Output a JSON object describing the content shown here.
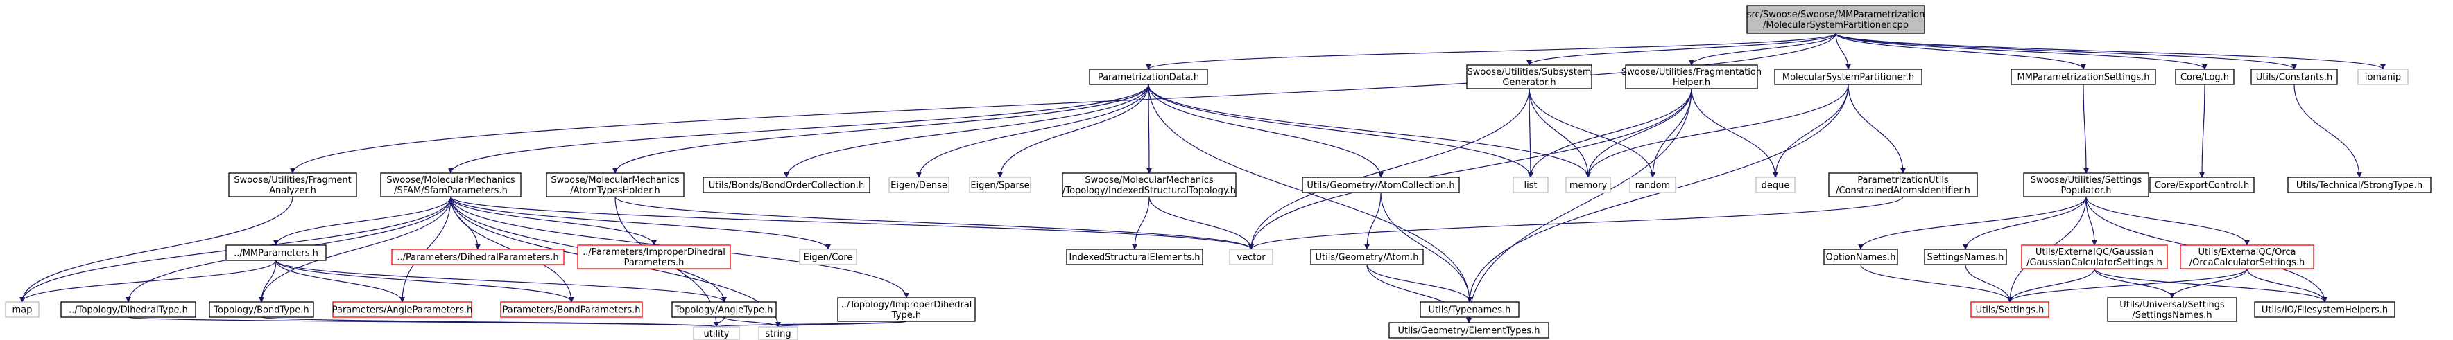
{
  "graph": {
    "colors": {
      "edge": "#191970",
      "root_fill": "#bfbfbf",
      "node_fill": "#ffffff",
      "normal_border": "#000000",
      "external_border": "#bfbfbf",
      "truncated_border": "#ff0000"
    },
    "nodes": [
      {
        "id": "root",
        "lines": [
          "src/Swoose/Swoose/MMParametrization",
          "/MolecularSystemPartitioner.cpp"
        ],
        "style": "root"
      },
      {
        "id": "paramdata",
        "lines": [
          "ParametrizationData.h"
        ],
        "style": "normal"
      },
      {
        "id": "subsysgen",
        "lines": [
          "Swoose/Utilities/Subsystem",
          "Generator.h"
        ],
        "style": "normal"
      },
      {
        "id": "fraghelper",
        "lines": [
          "Swoose/Utilities/Fragmentation",
          "Helper.h"
        ],
        "style": "normal"
      },
      {
        "id": "molsyspart",
        "lines": [
          "MolecularSystemPartitioner.h"
        ],
        "style": "normal"
      },
      {
        "id": "mmparamsettings",
        "lines": [
          "MMParametrizationSettings.h"
        ],
        "style": "normal"
      },
      {
        "id": "corelog",
        "lines": [
          "Core/Log.h"
        ],
        "style": "normal"
      },
      {
        "id": "utilsconst",
        "lines": [
          "Utils/Constants.h"
        ],
        "style": "normal"
      },
      {
        "id": "iomanip",
        "lines": [
          "iomanip"
        ],
        "style": "external"
      },
      {
        "id": "fraganalyzer",
        "lines": [
          "Swoose/Utilities/Fragment",
          "Analyzer.h"
        ],
        "style": "normal"
      },
      {
        "id": "sfamparams",
        "lines": [
          "Swoose/MolecularMechanics",
          "/SFAM/SfamParameters.h"
        ],
        "style": "normal"
      },
      {
        "id": "atomtypesholder",
        "lines": [
          "Swoose/MolecularMechanics",
          "/AtomTypesHolder.h"
        ],
        "style": "normal"
      },
      {
        "id": "bondorder",
        "lines": [
          "Utils/Bonds/BondOrderCollection.h"
        ],
        "style": "normal"
      },
      {
        "id": "eigendense",
        "lines": [
          "Eigen/Dense"
        ],
        "style": "external"
      },
      {
        "id": "eigensparse",
        "lines": [
          "Eigen/Sparse"
        ],
        "style": "external"
      },
      {
        "id": "indexedtopo",
        "lines": [
          "Swoose/MolecularMechanics",
          "/Topology/IndexedStructuralTopology.h"
        ],
        "style": "normal"
      },
      {
        "id": "atomcoll",
        "lines": [
          "Utils/Geometry/AtomCollection.h"
        ],
        "style": "normal"
      },
      {
        "id": "list",
        "lines": [
          "list"
        ],
        "style": "external"
      },
      {
        "id": "memory",
        "lines": [
          "memory"
        ],
        "style": "external"
      },
      {
        "id": "random",
        "lines": [
          "random"
        ],
        "style": "external"
      },
      {
        "id": "deque",
        "lines": [
          "deque"
        ],
        "style": "external"
      },
      {
        "id": "constrainedatoms",
        "lines": [
          "ParametrizationUtils",
          "/ConstrainedAtomsIdentifier.h"
        ],
        "style": "normal"
      },
      {
        "id": "coreexport",
        "lines": [
          "Core/ExportControl.h"
        ],
        "style": "normal"
      },
      {
        "id": "strongtype",
        "lines": [
          "Utils/Technical/StrongType.h"
        ],
        "style": "normal"
      },
      {
        "id": "settingspop",
        "lines": [
          "Swoose/Utilities/Settings",
          "Populator.h"
        ],
        "style": "normal"
      },
      {
        "id": "map",
        "lines": [
          "map"
        ],
        "style": "external"
      },
      {
        "id": "mmparams",
        "lines": [
          "../MMParameters.h"
        ],
        "style": "normal"
      },
      {
        "id": "dihedralparams",
        "lines": [
          "../Parameters/DihedralParameters.h"
        ],
        "style": "truncated"
      },
      {
        "id": "improperparams",
        "lines": [
          "../Parameters/ImproperDihedral",
          "Parameters.h"
        ],
        "style": "truncated"
      },
      {
        "id": "eigencore",
        "lines": [
          "Eigen/Core"
        ],
        "style": "external"
      },
      {
        "id": "indexedelems",
        "lines": [
          "IndexedStructuralElements.h"
        ],
        "style": "normal"
      },
      {
        "id": "vector",
        "lines": [
          "vector"
        ],
        "style": "external"
      },
      {
        "id": "geomatom",
        "lines": [
          "Utils/Geometry/Atom.h"
        ],
        "style": "normal"
      },
      {
        "id": "optionnames",
        "lines": [
          "OptionNames.h"
        ],
        "style": "normal"
      },
      {
        "id": "settingsnames",
        "lines": [
          "SettingsNames.h"
        ],
        "style": "normal"
      },
      {
        "id": "gaussiansettings",
        "lines": [
          "Utils/ExternalQC/Gaussian",
          "/GaussianCalculatorSettings.h"
        ],
        "style": "truncated"
      },
      {
        "id": "orcasettings",
        "lines": [
          "Utils/ExternalQC/Orca",
          "/OrcaCalculatorSettings.h"
        ],
        "style": "truncated"
      },
      {
        "id": "dihedraltype",
        "lines": [
          "../Topology/DihedralType.h"
        ],
        "style": "normal"
      },
      {
        "id": "bondtype",
        "lines": [
          "Topology/BondType.h"
        ],
        "style": "normal"
      },
      {
        "id": "angleparams",
        "lines": [
          "Parameters/AngleParameters.h"
        ],
        "style": "truncated"
      },
      {
        "id": "bondparams",
        "lines": [
          "Parameters/BondParameters.h"
        ],
        "style": "truncated"
      },
      {
        "id": "angletype",
        "lines": [
          "Topology/AngleType.h"
        ],
        "style": "normal"
      },
      {
        "id": "impropertype",
        "lines": [
          "../Topology/ImproperDihedral",
          "Type.h"
        ],
        "style": "normal"
      },
      {
        "id": "typenames",
        "lines": [
          "Utils/Typenames.h"
        ],
        "style": "normal"
      },
      {
        "id": "utilssettings",
        "lines": [
          "Utils/Settings.h"
        ],
        "style": "truncated"
      },
      {
        "id": "universalsettings",
        "lines": [
          "Utils/Universal/Settings",
          "/SettingsNames.h"
        ],
        "style": "normal"
      },
      {
        "id": "filesystem",
        "lines": [
          "Utils/IO/FilesystemHelpers.h"
        ],
        "style": "normal"
      },
      {
        "id": "utility",
        "lines": [
          "utility"
        ],
        "style": "external"
      },
      {
        "id": "string",
        "lines": [
          "string"
        ],
        "style": "external"
      },
      {
        "id": "elementtypes",
        "lines": [
          "Utils/Geometry/ElementTypes.h"
        ],
        "style": "normal"
      }
    ],
    "edges": [
      [
        "root",
        "paramdata"
      ],
      [
        "root",
        "subsysgen"
      ],
      [
        "root",
        "fraghelper"
      ],
      [
        "root",
        "molsyspart"
      ],
      [
        "root",
        "mmparamsettings"
      ],
      [
        "root",
        "corelog"
      ],
      [
        "root",
        "utilsconst"
      ],
      [
        "root",
        "iomanip"
      ],
      [
        "root",
        "fraganalyzer"
      ],
      [
        "paramdata",
        "sfamparams"
      ],
      [
        "paramdata",
        "atomtypesholder"
      ],
      [
        "paramdata",
        "bondorder"
      ],
      [
        "paramdata",
        "eigendense"
      ],
      [
        "paramdata",
        "eigensparse"
      ],
      [
        "paramdata",
        "indexedtopo"
      ],
      [
        "paramdata",
        "atomcoll"
      ],
      [
        "paramdata",
        "list"
      ],
      [
        "paramdata",
        "memory"
      ],
      [
        "paramdata",
        "typenames"
      ],
      [
        "subsysgen",
        "list"
      ],
      [
        "subsysgen",
        "memory"
      ],
      [
        "subsysgen",
        "random"
      ],
      [
        "subsysgen",
        "vector"
      ],
      [
        "fraghelper",
        "list"
      ],
      [
        "fraghelper",
        "memory"
      ],
      [
        "fraghelper",
        "random"
      ],
      [
        "fraghelper",
        "deque"
      ],
      [
        "fraghelper",
        "vector"
      ],
      [
        "fraghelper",
        "elementtypes"
      ],
      [
        "molsyspart",
        "deque"
      ],
      [
        "molsyspart",
        "memory"
      ],
      [
        "molsyspart",
        "constrainedatoms"
      ],
      [
        "molsyspart",
        "typenames"
      ],
      [
        "mmparamsettings",
        "settingspop"
      ],
      [
        "corelog",
        "coreexport"
      ],
      [
        "utilsconst",
        "strongtype"
      ],
      [
        "fraganalyzer",
        "map"
      ],
      [
        "sfamparams",
        "map"
      ],
      [
        "sfamparams",
        "mmparams"
      ],
      [
        "sfamparams",
        "dihedralparams"
      ],
      [
        "sfamparams",
        "improperparams"
      ],
      [
        "sfamparams",
        "eigencore"
      ],
      [
        "sfamparams",
        "vector"
      ],
      [
        "sfamparams",
        "dihedraltype"
      ],
      [
        "sfamparams",
        "bondtype"
      ],
      [
        "sfamparams",
        "angleparams"
      ],
      [
        "sfamparams",
        "bondparams"
      ],
      [
        "sfamparams",
        "angletype"
      ],
      [
        "sfamparams",
        "impropertype"
      ],
      [
        "sfamparams",
        "string"
      ],
      [
        "atomtypesholder",
        "vector"
      ],
      [
        "atomtypesholder",
        "utility"
      ],
      [
        "indexedtopo",
        "indexedelems"
      ],
      [
        "indexedtopo",
        "vector"
      ],
      [
        "atomcoll",
        "geomatom"
      ],
      [
        "atomcoll",
        "typenames"
      ],
      [
        "constrainedatoms",
        "vector"
      ],
      [
        "settingspop",
        "optionnames"
      ],
      [
        "settingspop",
        "settingsnames"
      ],
      [
        "settingspop",
        "gaussiansettings"
      ],
      [
        "settingspop",
        "orcasettings"
      ],
      [
        "settingspop",
        "utilssettings"
      ],
      [
        "settingspop",
        "filesystem"
      ],
      [
        "mmparams",
        "map"
      ],
      [
        "mmparams",
        "bondtype"
      ],
      [
        "mmparams",
        "angleparams"
      ],
      [
        "mmparams",
        "bondparams"
      ],
      [
        "mmparams",
        "angletype"
      ],
      [
        "geomatom",
        "typenames"
      ],
      [
        "geomatom",
        "elementtypes"
      ],
      [
        "optionnames",
        "utilssettings"
      ],
      [
        "settingsnames",
        "utilssettings"
      ],
      [
        "gaussiansettings",
        "utilssettings"
      ],
      [
        "gaussiansettings",
        "universalsettings"
      ],
      [
        "gaussiansettings",
        "filesystem"
      ],
      [
        "orcasettings",
        "utilssettings"
      ],
      [
        "orcasettings",
        "universalsettings"
      ],
      [
        "orcasettings",
        "filesystem"
      ],
      [
        "dihedraltype",
        "utility"
      ],
      [
        "bondtype",
        "utility"
      ],
      [
        "angletype",
        "utility"
      ],
      [
        "angletype",
        "string"
      ],
      [
        "impropertype",
        "utility"
      ],
      [
        "impropertype",
        "string"
      ],
      [
        "typenames",
        "elementtypes"
      ]
    ]
  }
}
